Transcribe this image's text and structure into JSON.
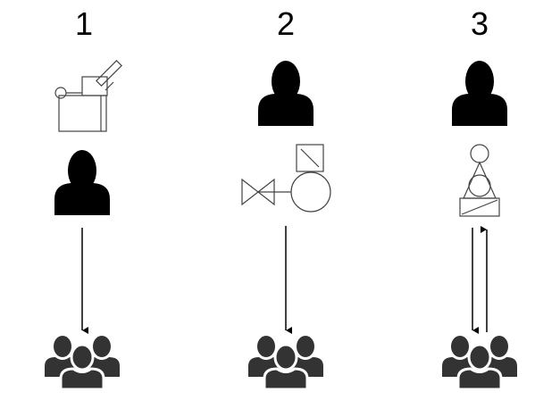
{
  "columns": [
    {
      "number": "1",
      "person_icon": "person-icon",
      "machine_icon": "conveyor-unit-icon",
      "group_icon": "group-icon",
      "arrows": [
        "down"
      ]
    },
    {
      "number": "2",
      "person_icon": "person-icon",
      "machine_icon": "valve-pump-unit-icon",
      "group_icon": "group-icon",
      "arrows": [
        "down"
      ]
    },
    {
      "number": "3",
      "person_icon": "person-icon",
      "machine_icon": "stacked-circles-unit-icon",
      "group_icon": "group-icon",
      "arrows": [
        "down",
        "up"
      ]
    }
  ],
  "colors": {
    "icon_fill": "#000000",
    "group_fill": "#333333",
    "line": "#000000",
    "outline": "#555555"
  }
}
